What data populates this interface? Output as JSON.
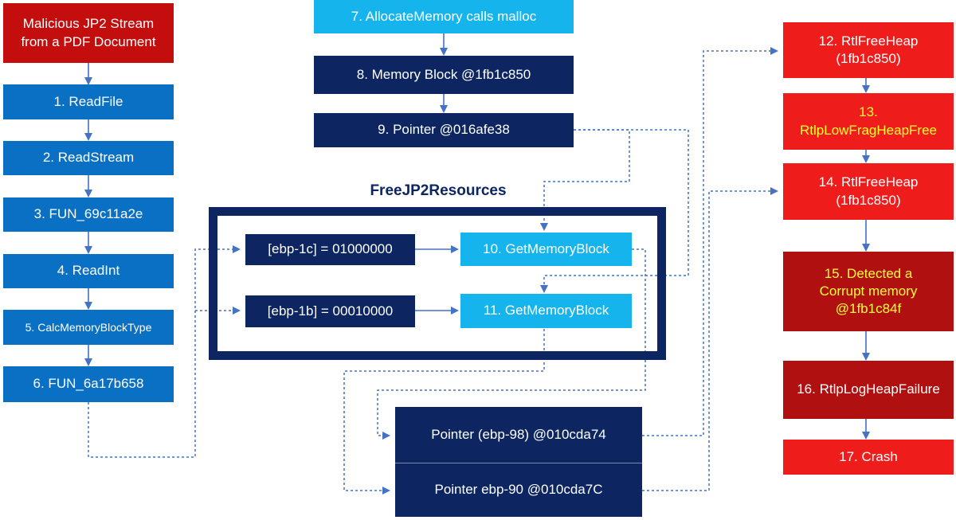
{
  "colors": {
    "blue": "#0a70c4",
    "light_blue": "#16b4ec",
    "navy": "#0d2560",
    "red": "#ef1c1c",
    "dark_red": "#c40d0d",
    "highlight_text": "#ffff33",
    "arrow": "#4472c4"
  },
  "left_column": {
    "source": "Malicious JP2 Stream from a PDF Document",
    "s1": "1. ReadFile",
    "s2": "2. ReadStream",
    "s3": "3. FUN_69c11a2e",
    "s4": "4. ReadInt",
    "s5": "5. CalcMemoryBlockType",
    "s6": "6. FUN_6a17b658"
  },
  "middle_column": {
    "s7": "7. AllocateMemory calls malloc",
    "s8": "8. Memory Block @1fb1c850",
    "s9": "9. Pointer @016afe38",
    "group_title": "FreeJP2Resources",
    "ebp1c": "[ebp-1c] = 01000000",
    "ebp1b": "[ebp-1b] = 00010000",
    "s10": "10. GetMemoryBlock",
    "s11": "11. GetMemoryBlock",
    "ptr98": "Pointer (ebp-98) @010cda74",
    "ptr90": "Pointer ebp-90 @010cda7C"
  },
  "right_column": {
    "s12": "12. RtlFreeHeap (1fb1c850)",
    "s13": "13. RtlpLowFragHeapFree",
    "s14": "14. RtlFreeHeap (1fb1c850)",
    "s15": "15. Detected a Corrupt memory @1fb1c84f",
    "s16": "16. RtlpLogHeapFailure",
    "s17": "17. Crash"
  }
}
